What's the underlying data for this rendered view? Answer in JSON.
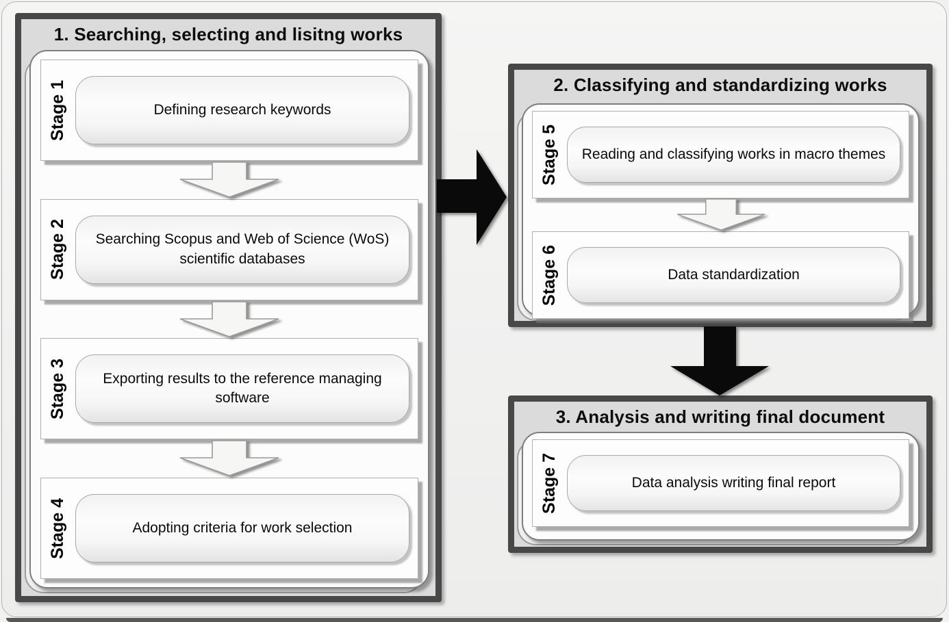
{
  "page": {
    "background": "#f1f1f0",
    "frame_border_color": "#b3b3b3",
    "bottom_edge_color": "#575757"
  },
  "style": {
    "panel_border_color": "#484848",
    "panel_background": "#dbdbdb",
    "container_background": "#fcfcfc",
    "stage_box_background": "#fdfdfd",
    "chevron_arrow_fill": "#f6f6f5",
    "inter_panel_arrow_color": "#0a0a0a",
    "text_color": "#000000"
  },
  "panels": [
    {
      "title": "1. Searching, selecting and lisitng works",
      "stages": [
        {
          "label": "Stage 1",
          "text": "Defining research keywords"
        },
        {
          "label": "Stage 2",
          "text": "Searching Scopus and Web of Science (WoS) scientific databases"
        },
        {
          "label": "Stage 3",
          "text": "Exporting results to the reference managing software"
        },
        {
          "label": "Stage 4",
          "text": "Adopting criteria for work selection"
        }
      ]
    },
    {
      "title": "2. Classifying and standardizing works",
      "stages": [
        {
          "label": "Stage 5",
          "text": "Reading and classifying works in macro themes"
        },
        {
          "label": "Stage 6",
          "text": "Data standardization"
        }
      ]
    },
    {
      "title": "3. Analysis and writing final document",
      "stages": [
        {
          "label": "Stage 7",
          "text": "Data analysis writing final report"
        }
      ]
    }
  ],
  "connectors": [
    {
      "from": "panel-1",
      "to": "panel-2",
      "direction": "right",
      "style": "solid-black-block-arrow"
    },
    {
      "from": "panel-2",
      "to": "panel-3",
      "direction": "down",
      "style": "solid-black-block-arrow"
    },
    {
      "between": "stages",
      "direction": "down",
      "style": "outlined-chevron-arrow"
    }
  ]
}
